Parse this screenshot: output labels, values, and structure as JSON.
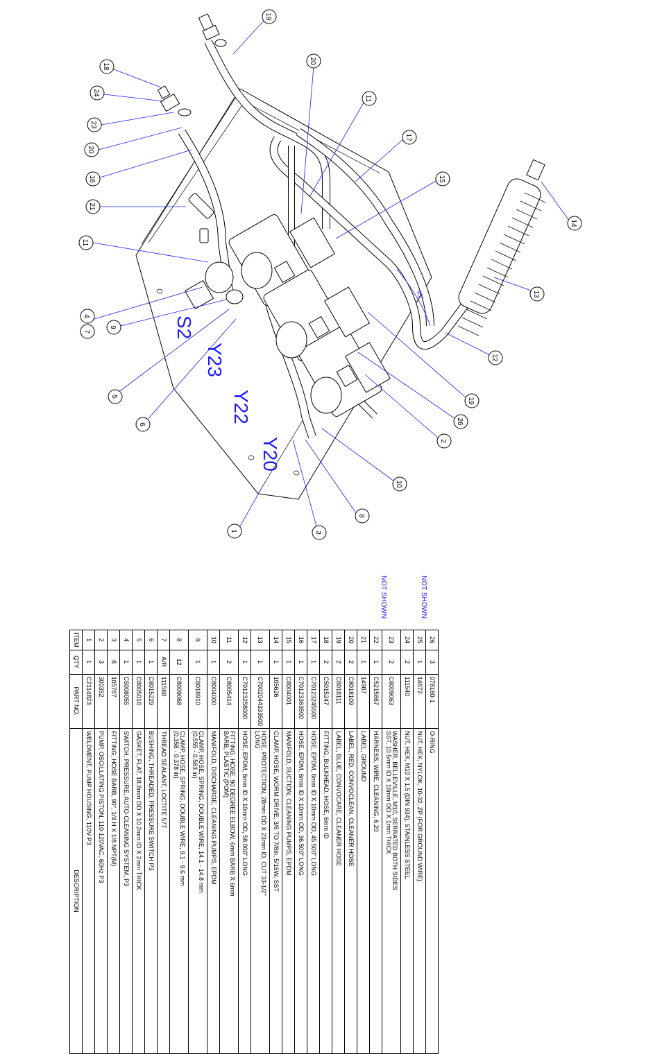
{
  "zone_labels": [
    "S2",
    "Y23",
    "Y22",
    "Y20"
  ],
  "angle_label": "45°",
  "callouts": [
    "19",
    "18",
    "24",
    "23",
    "20",
    "16",
    "21",
    "11",
    "4",
    "7",
    "9",
    "5",
    "6",
    "20",
    "11",
    "17",
    "15",
    "14",
    "13",
    "12",
    "19",
    "26",
    "2",
    "10",
    "8",
    "3",
    "1"
  ],
  "not_shown": [
    "NOT SHOWN",
    "NOT SHOWN"
  ],
  "bom": {
    "headers": {
      "item": "ITEM",
      "qty": "QTY",
      "part": "PART NO.",
      "desc": "DESCRIPTION"
    },
    "rows": [
      {
        "item": "26",
        "qty": "3",
        "part": "078180-1",
        "desc": "O-RING"
      },
      {
        "item": "25",
        "qty": "1",
        "part": "14672",
        "desc": "NUT, HEX, NYLOK, 10-32, ZP (FOR GROUND WIRE)"
      },
      {
        "item": "24",
        "qty": "2",
        "part": "111540",
        "desc": "NUT, HEX, M10 X 1.5 (DIN 934), STAINLESS STEEL"
      },
      {
        "item": "23",
        "qty": "2",
        "part": "C8009063",
        "desc": "WASHER, BELLEVILLE, M10, SERRATED BOTH SIDES",
        "desc2": "SST, 10.5mm ID X 18mm OD X 1mm THICK"
      },
      {
        "item": "22",
        "qty": "1",
        "part": "C5215867",
        "desc": "HARNESS, WIRE, CLEANING, 6.20"
      },
      {
        "item": "21",
        "qty": "1",
        "part": "14987",
        "desc": "LABEL, GROUND"
      },
      {
        "item": "20",
        "qty": "2",
        "part": "C8018109",
        "desc": "LABEL, RED, CONVOCLEAN, CLEANER HOSE"
      },
      {
        "item": "19",
        "qty": "2",
        "part": "C8018111",
        "desc": "LABEL, BLUE, CONVOCARE, CLEANER HOSE"
      },
      {
        "item": "18",
        "qty": "2",
        "part": "C5015247",
        "desc": "FITTING, BULKHEAD, HOSE, 6mm ID"
      },
      {
        "item": "17",
        "qty": "1",
        "part": "C70123245500",
        "desc": "HOSE, EPDM, 6mm ID X 10mm OD, 45.500\" LONG"
      },
      {
        "item": "16",
        "qty": "1",
        "part": "C70123363500",
        "desc": "HOSE, EPDM, 6mm ID X 10mm OD, 36.500\" LONG"
      },
      {
        "item": "15",
        "qty": "1",
        "part": "C8004001",
        "desc": "MANIFOLD, SUCTION, CLEANING PUMPS, EPDM"
      },
      {
        "item": "14",
        "qty": "1",
        "part": "105626",
        "desc": "CLAMP, HOSE, WORM DRIVE, 3/8 TO 7/8in, 5/16W, SST"
      },
      {
        "item": "13",
        "qty": "1",
        "part": "C7002044333500",
        "desc": "HOSE, PROTECTION, 28mm OD X 23mm ID, CUT 33-1/2\"",
        "desc2": "LONG"
      },
      {
        "item": "12",
        "qty": "1",
        "part": "C70123258000",
        "desc": "HOSE, EPDM, 6mm ID X 10mm OD, 58.000\" LONG"
      },
      {
        "item": "11",
        "qty": "2",
        "part": "C8005414",
        "desc": "FITTING, HOSE, 90 DEGREE ELBOW, 6mm BARB X 6mm",
        "desc2": "BARB, PLASTIC (POM)"
      },
      {
        "item": "10",
        "qty": "1",
        "part": "C8004000",
        "desc": "MANIFOLD, DISCHARGE, CLEANING PUMPS, EPDM"
      },
      {
        "item": "9",
        "qty": "1",
        "part": "C8018910",
        "desc": "CLAMP, HOSE, SPRING, DOUBLE WIRE, 14.1 - 14.8 mm",
        "desc2": "(0.555 - 0.583 in)"
      },
      {
        "item": "8",
        "qty": "12",
        "part": "C8009068",
        "desc": "CLAMP, HOSE, SPRING, DOUBLE WIRE, 9.1 - 9.6 mm",
        "desc2": "(0.358 - 0.378 in)"
      },
      {
        "item": "7",
        "qty": "A/R",
        "part": "111568",
        "desc": "THREAD SEALANT, LOCTITE 577"
      },
      {
        "item": "6",
        "qty": "1",
        "part": "C8015229",
        "desc": "BUSHING, THREADED, PRESSURE SWITCH P3"
      },
      {
        "item": "5",
        "qty": "1",
        "part": "C8005016",
        "desc": "GASKET, FLAT, 18.8mm OD X 10.2mm ID X 2mm THICK"
      },
      {
        "item": "4",
        "qty": "1",
        "part": "C5008055",
        "desc": "SWITCH, PRESSURE, AUTO-CLEANING SYSTEM, P3"
      },
      {
        "item": "3",
        "qty": "6",
        "part": "105767",
        "desc": "FITTING, HOSE BARB, 90°, 1/4 H X 1/8 NPT(M)"
      },
      {
        "item": "2",
        "qty": "3",
        "part": "300352",
        "desc": "PUMP, OSCILLATING PISTON, 110-120VAC, 60Hz P3"
      },
      {
        "item": "1",
        "qty": "1",
        "part": "C2114823",
        "desc": "WELDMENT, PUMP HOUSING, 110V P3"
      }
    ]
  }
}
